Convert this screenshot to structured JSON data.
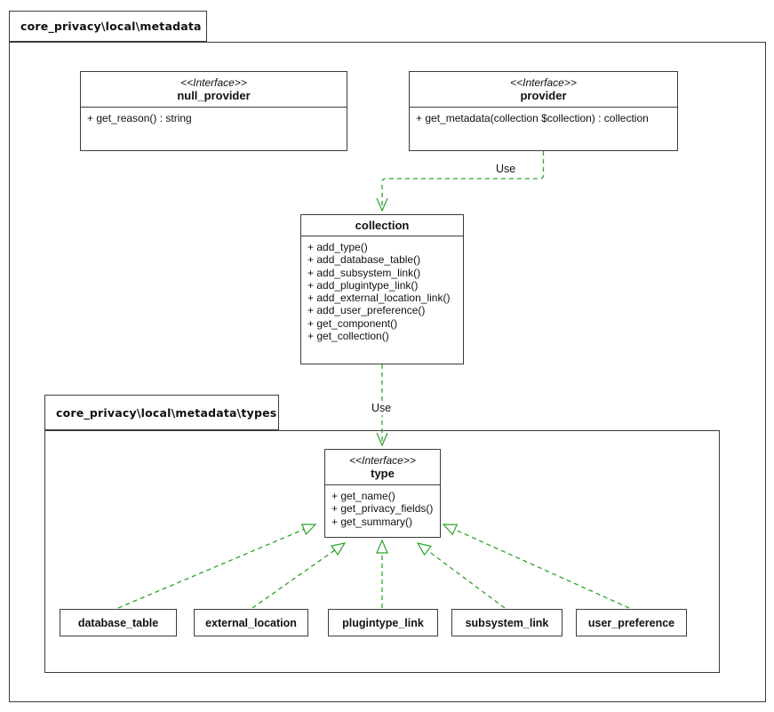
{
  "colors": {
    "line_green": "#2ca22c",
    "border": "#3c3c3c",
    "text": "#111111",
    "background": "#ffffff"
  },
  "outer_package": {
    "label": "core_privacy\\local\\metadata"
  },
  "classes": {
    "null_provider": {
      "stereotype": "<<Interface>>",
      "name": "null_provider",
      "methods": [
        "+ get_reason() : string"
      ]
    },
    "provider": {
      "stereotype": "<<Interface>>",
      "name": "provider",
      "methods": [
        "+ get_metadata(collection $collection) : collection"
      ]
    },
    "collection": {
      "name": "collection",
      "methods": [
        "+ add_type()",
        "+ add_database_table()",
        "+ add_subsystem_link()",
        "+ add_plugintype_link()",
        "+ add_external_location_link()",
        "+ add_user_preference()",
        "+ get_component()",
        "+ get_collection()"
      ]
    },
    "type": {
      "stereotype": "<<Interface>>",
      "name": "type",
      "methods": [
        "+ get_name()",
        "+ get_privacy_fields()",
        "+ get_summary()"
      ]
    }
  },
  "types_package": {
    "label": "core_privacy\\local\\metadata\\types",
    "classes": [
      {
        "label": "database_table"
      },
      {
        "label": "external_location"
      },
      {
        "label": "plugintype_link"
      },
      {
        "label": "subsystem_link"
      },
      {
        "label": "user_preference"
      }
    ]
  },
  "edges": {
    "provider_to_collection": {
      "label": "Use"
    },
    "collection_to_type": {
      "label": "Use"
    }
  }
}
